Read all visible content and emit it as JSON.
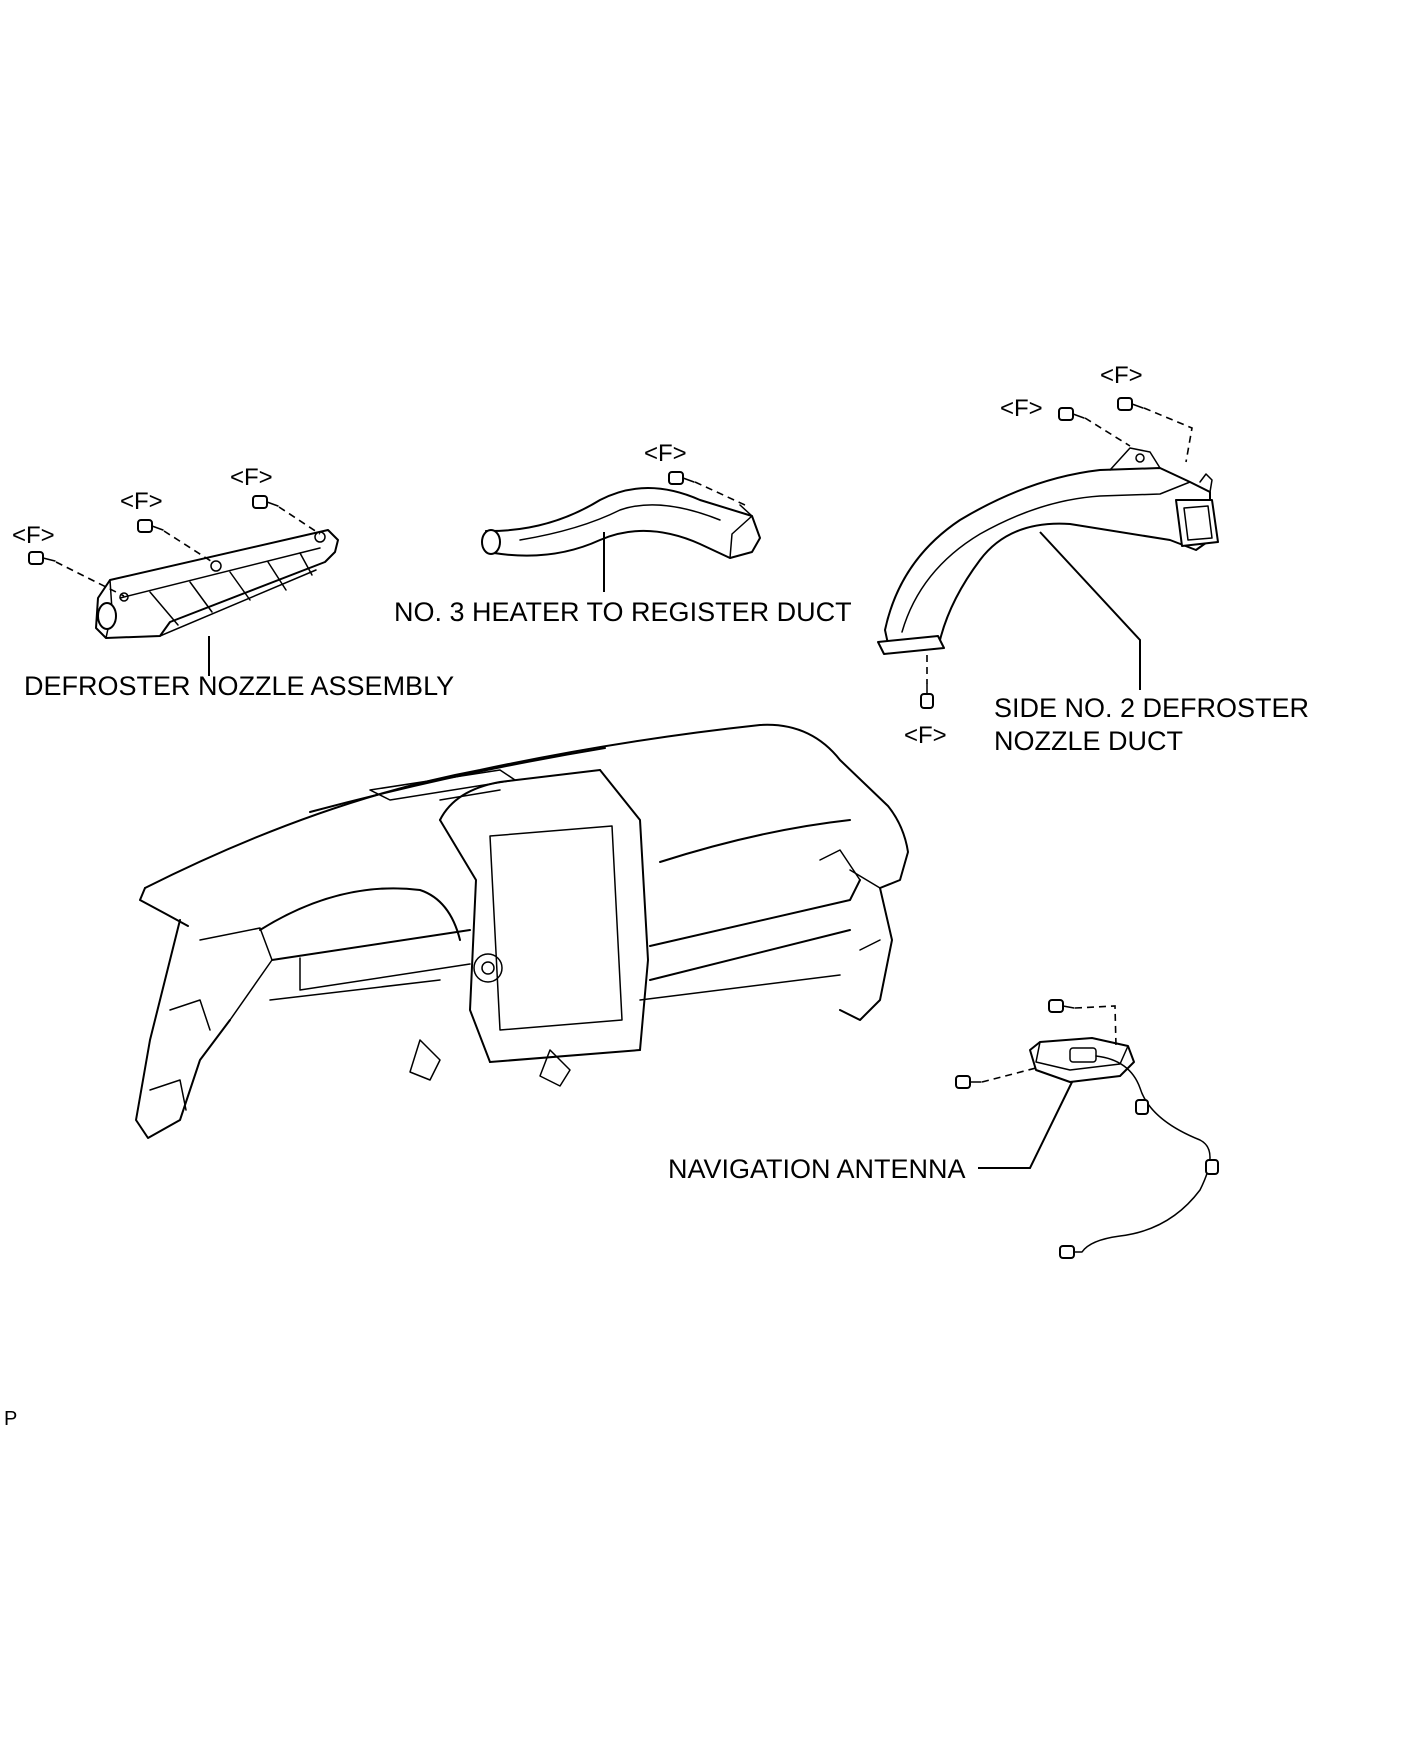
{
  "fastener_code": "<F>",
  "labels": {
    "no3_heater_duct": "NO. 3 HEATER TO REGISTER DUCT",
    "defroster_nozzle_assembly": "DEFROSTER NOZZLE ASSEMBLY",
    "side_no2_line1": "SIDE NO. 2 DEFROSTER",
    "side_no2_line2": "NOZZLE DUCT",
    "navigation_antenna": "NAVIGATION ANTENNA"
  },
  "corner_mark": "P"
}
